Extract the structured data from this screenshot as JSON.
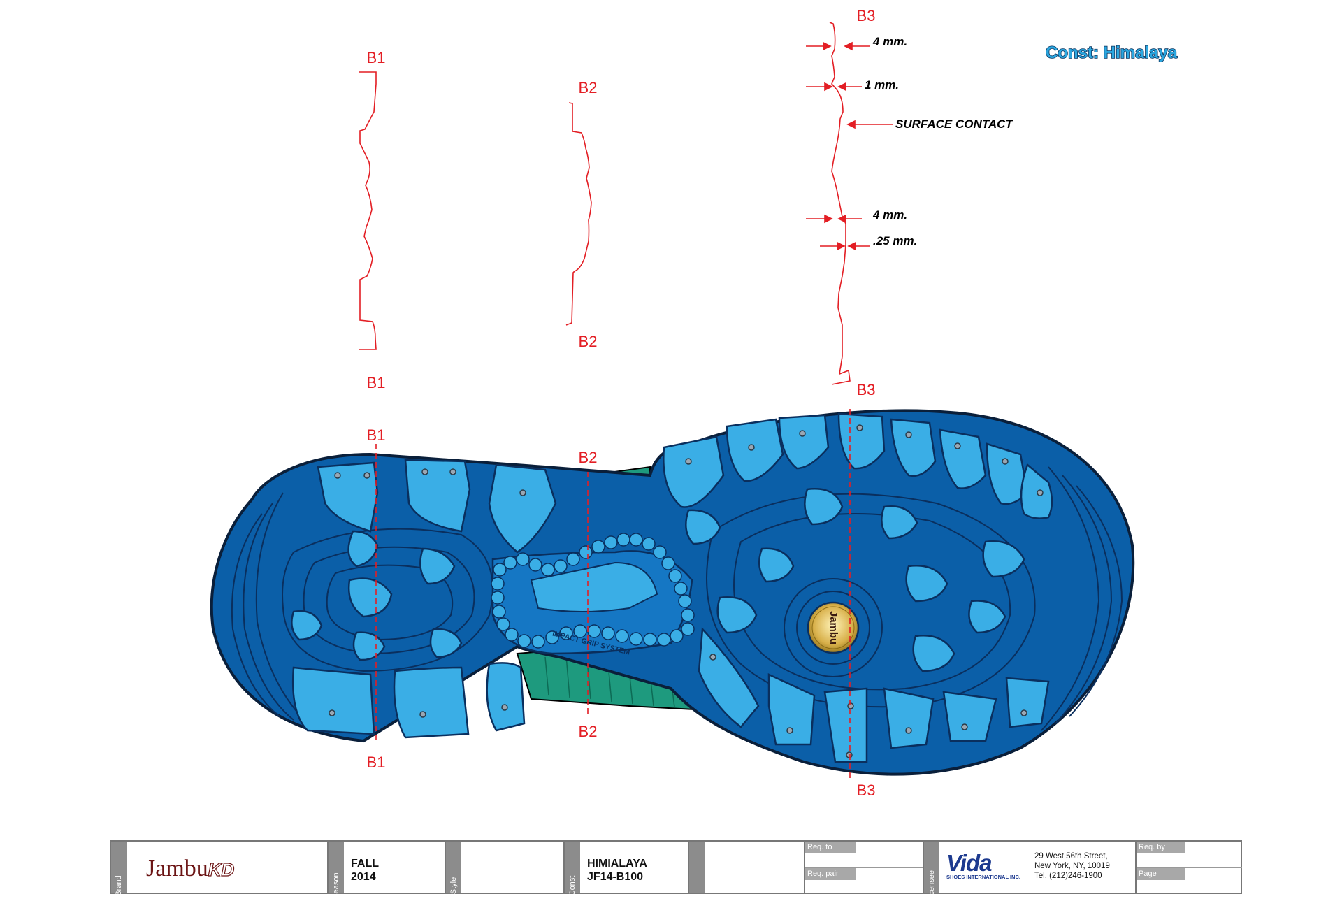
{
  "construction_label": "Const: Himalaya",
  "sections": {
    "b1": "B1",
    "b2": "B2",
    "b3": "B3"
  },
  "dimensions": {
    "d1": "4 mm.",
    "d2": "1 mm.",
    "surface_contact": "SURFACE CONTACT",
    "d3": "4 mm.",
    "d4": ".25 mm."
  },
  "outsole_text": "IMPACT GRIP SYSTEM",
  "medallion_text": "Jambu",
  "colors": {
    "sole_dark": "#0b5fa8",
    "sole_mid": "#1577c4",
    "lug_light": "#3aaee6",
    "midsole_green": "#1e9a7e",
    "section_red": "#e31e24",
    "medallion_gold": "#d8b04a"
  },
  "title_block": {
    "brand_label": "Brand",
    "brand_value_main": "Jambu",
    "brand_value_suffix": "KD",
    "season_label": "Season",
    "season_value": "FALL\n2014",
    "style_label": "Style",
    "style_value": "",
    "const_label": "Const",
    "const_value": "HIMIALAYA\nJF14-B100",
    "req_to_label": "Req. to",
    "req_pair_label": "Req. pair",
    "licensee_label": "Licensee",
    "licensee_logo": "Vida",
    "licensee_logo_sub": "SHOES INTERNATIONAL INC.",
    "licensee_address": "29 West 56th Street,\nNew York, NY, 10019\nTel. (212)246-1900",
    "req_by_label": "Req. by",
    "page_label": "Page"
  }
}
